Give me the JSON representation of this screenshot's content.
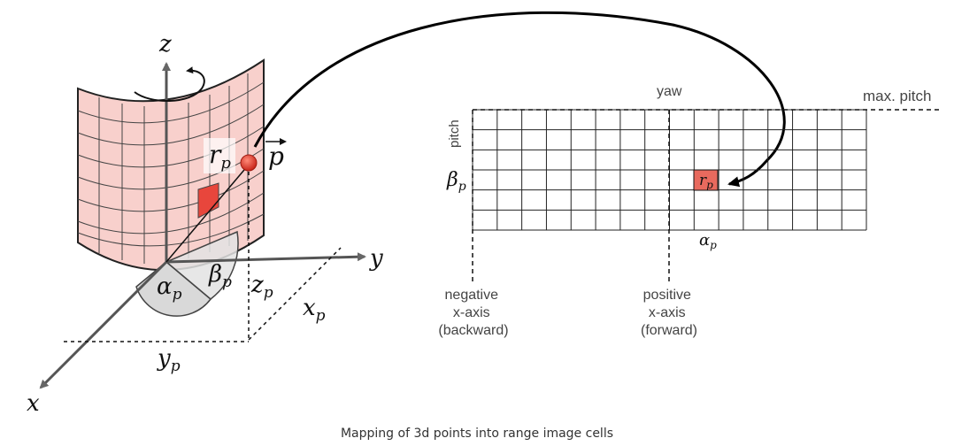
{
  "left_figure": {
    "z_axis_label": "z",
    "y_axis_label": "y",
    "x_axis_label": "x",
    "range_label": "r",
    "range_sub": "p",
    "point_vector_label": "p",
    "alpha_label": "α",
    "alpha_sub": "p",
    "beta_label": "β",
    "beta_sub": "p",
    "zp_label": "z",
    "zp_sub": "p",
    "xp_label": "x",
    "xp_sub": "p",
    "yp_label": "y",
    "yp_sub": "p"
  },
  "range_image": {
    "yaw_label": "yaw",
    "max_pitch_label": "max. pitch",
    "pitch_label": "pitch",
    "beta_label": "β",
    "beta_sub": "p",
    "alpha_label": "α",
    "alpha_sub": "p",
    "cell_label": "r",
    "cell_sub": "p",
    "negative_axis_label": [
      "negative",
      "x-axis",
      "(backward)"
    ],
    "positive_axis_label": [
      "positive",
      "x-axis",
      "(forward)"
    ]
  },
  "caption": "Mapping of 3d points into range image cells",
  "colors": {
    "surface_fill": "#f8d0cc",
    "highlight_cell": "#e8463c",
    "point": "#e03a2c"
  }
}
